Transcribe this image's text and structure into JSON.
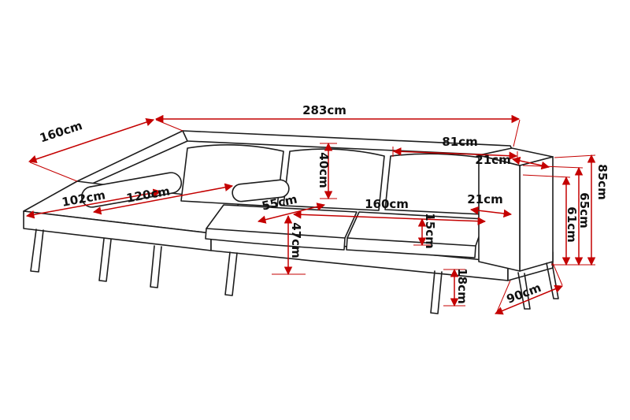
{
  "diagram": {
    "subject": "corner-sofa-with-chaise-dimension-drawing",
    "unit": "cm",
    "labels": {
      "total_width": "283cm",
      "chaise_length": "160cm",
      "back_cushion_width": "81cm",
      "armrest_top_width": "21cm",
      "total_height": "85cm",
      "back_height": "65cm",
      "armrest_height": "61cm",
      "chaise_width": "102cm",
      "chaise_seat_length": "120cm",
      "back_cushion_height": "40cm",
      "seat_cushion_depth": "55cm",
      "seat_width": "160cm",
      "armrest_width": "21cm",
      "seat_cushion_height": "15cm",
      "seat_height": "47cm",
      "leg_height": "18cm",
      "total_depth": "90cm"
    },
    "colors": {
      "dimension": "#c40000",
      "outline": "#1d1d1d",
      "background": "#ffffff"
    }
  }
}
